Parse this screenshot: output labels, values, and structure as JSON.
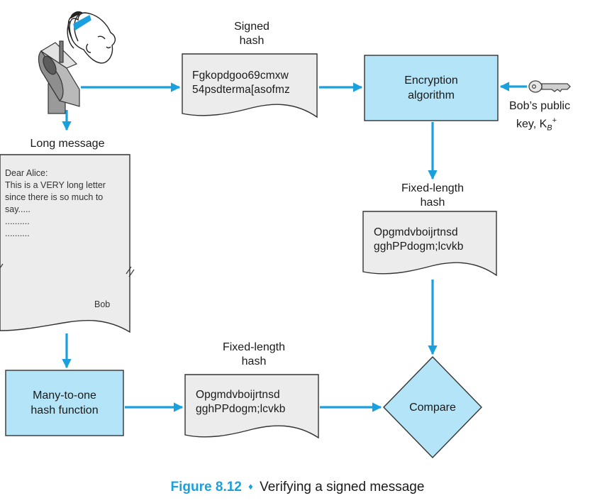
{
  "signed_hash": {
    "label": "Signed\nhash",
    "text": "Fgkopdgoo69cmxw\n54psdterma[asofmz"
  },
  "encryption": {
    "label": "Encryption\nalgorithm"
  },
  "public_key": {
    "label_line1": "Bob’s public",
    "label_prefix": "key, K",
    "subscript": "B",
    "superscript": "+"
  },
  "fixed_hash_top": {
    "label": "Fixed-length\nhash",
    "text": "Opgmdvboijrtnsd\ngghPPdogm;lcvkb"
  },
  "long_message": {
    "label": "Long message",
    "lines": "Dear Alice:\nThis is a VERY long letter\nsince there is so much to\nsay.....\n..........\n..........",
    "signature": "Bob"
  },
  "hash_function": {
    "label": "Many-to-one\nhash function"
  },
  "fixed_hash_bottom": {
    "label": "Fixed-length\nhash",
    "text": "Opgmdvboijrtnsd\ngghPPdogm;lcvkb"
  },
  "compare": {
    "label": "Compare"
  },
  "caption": {
    "figure": "Figure 8.12",
    "separator": "♦",
    "title": "Verifying a signed message"
  },
  "colors": {
    "arrow": "#1aa0dc",
    "box_fill": "#b3e4f7",
    "doc_fill": "#ececec",
    "outline": "#333333"
  }
}
